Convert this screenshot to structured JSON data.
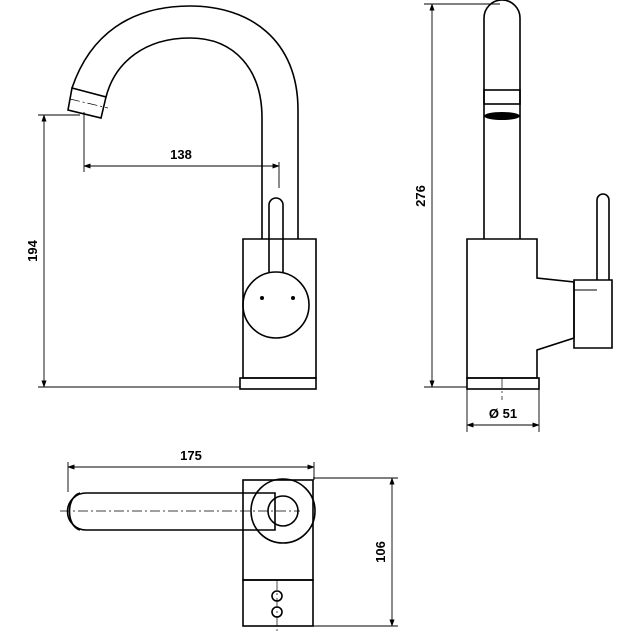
{
  "drawing": {
    "dimensions": {
      "spout_reach": "138",
      "height_to_spout": "194",
      "total_height": "276",
      "base_diameter": "Ø 51",
      "total_length": "175",
      "total_depth": "106"
    }
  }
}
